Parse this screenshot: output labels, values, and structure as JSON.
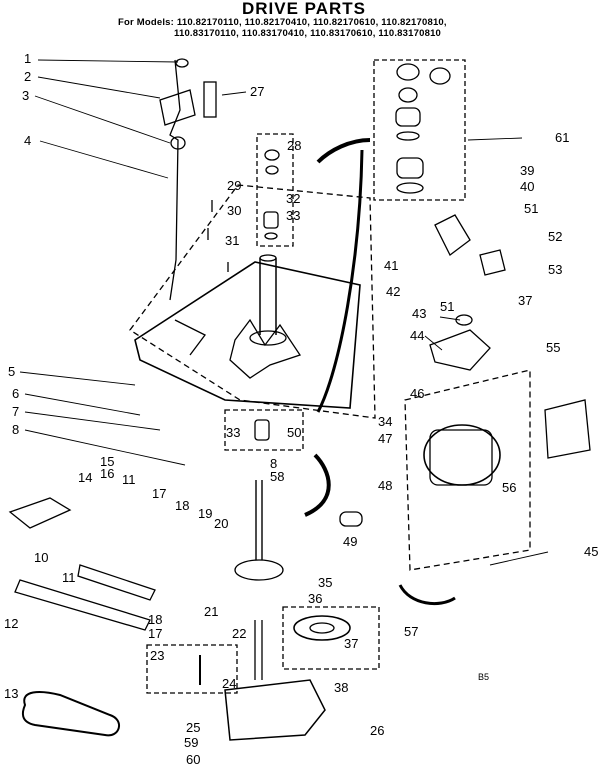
{
  "header": {
    "title": "DRIVE PARTS",
    "models_line1": "For Models: 110.82170110, 110.82170410, 110.82170610, 110.82170810,",
    "models_line2": "110.83170110, 110.83170410, 110.83170610, 110.83170810"
  },
  "callouts": [
    "1",
    "2",
    "3",
    "4",
    "5",
    "6",
    "7",
    "8",
    "8",
    "10",
    "11",
    "11",
    "12",
    "13",
    "14",
    "15",
    "16",
    "17",
    "17",
    "18",
    "18",
    "19",
    "20",
    "21",
    "22",
    "23",
    "24",
    "25",
    "26",
    "27",
    "28",
    "29",
    "30",
    "31",
    "32",
    "33",
    "33",
    "34",
    "35",
    "36",
    "37",
    "37",
    "38",
    "39",
    "40",
    "41",
    "42",
    "43",
    "44",
    "45",
    "46",
    "47",
    "48",
    "49",
    "50",
    "51",
    "51",
    "52",
    "53",
    "55",
    "56",
    "57",
    "58",
    "59",
    "60",
    "61"
  ],
  "footer_code": "B5"
}
